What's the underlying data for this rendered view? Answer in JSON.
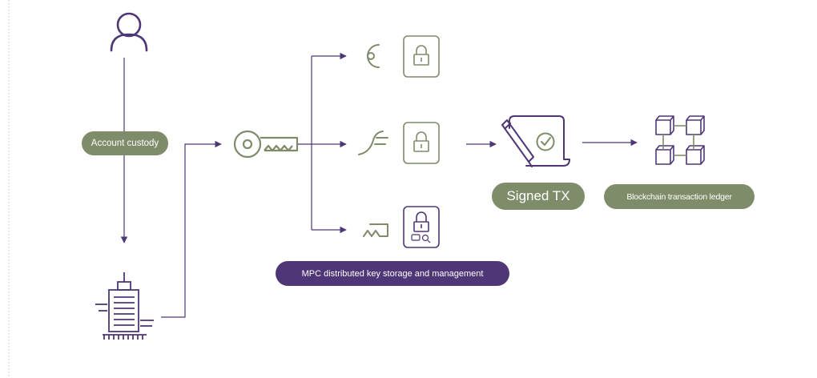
{
  "labels": {
    "account_custody": "Account custody",
    "signed_tx": "Signed TX",
    "blockchain_ledger": "Blockchain transaction ledger",
    "mpc_storage": "MPC distributed key storage and management"
  },
  "icons": {
    "user": "user-icon",
    "building": "building-icon",
    "key": "key-icon",
    "key_share_1": "key-share-arc-icon",
    "key_share_2": "key-share-tail-icon",
    "key_share_3": "key-share-bit-icon",
    "lock_1": "padlock-icon",
    "lock_2": "padlock-icon",
    "lock_3": "padlock-search-icon",
    "signed_document": "signed-document-icon",
    "blockchain": "blockchain-blocks-icon"
  },
  "colors": {
    "green": "#7f8c6a",
    "purple": "#4e3677",
    "border_dotted": "#c8c8c8"
  }
}
